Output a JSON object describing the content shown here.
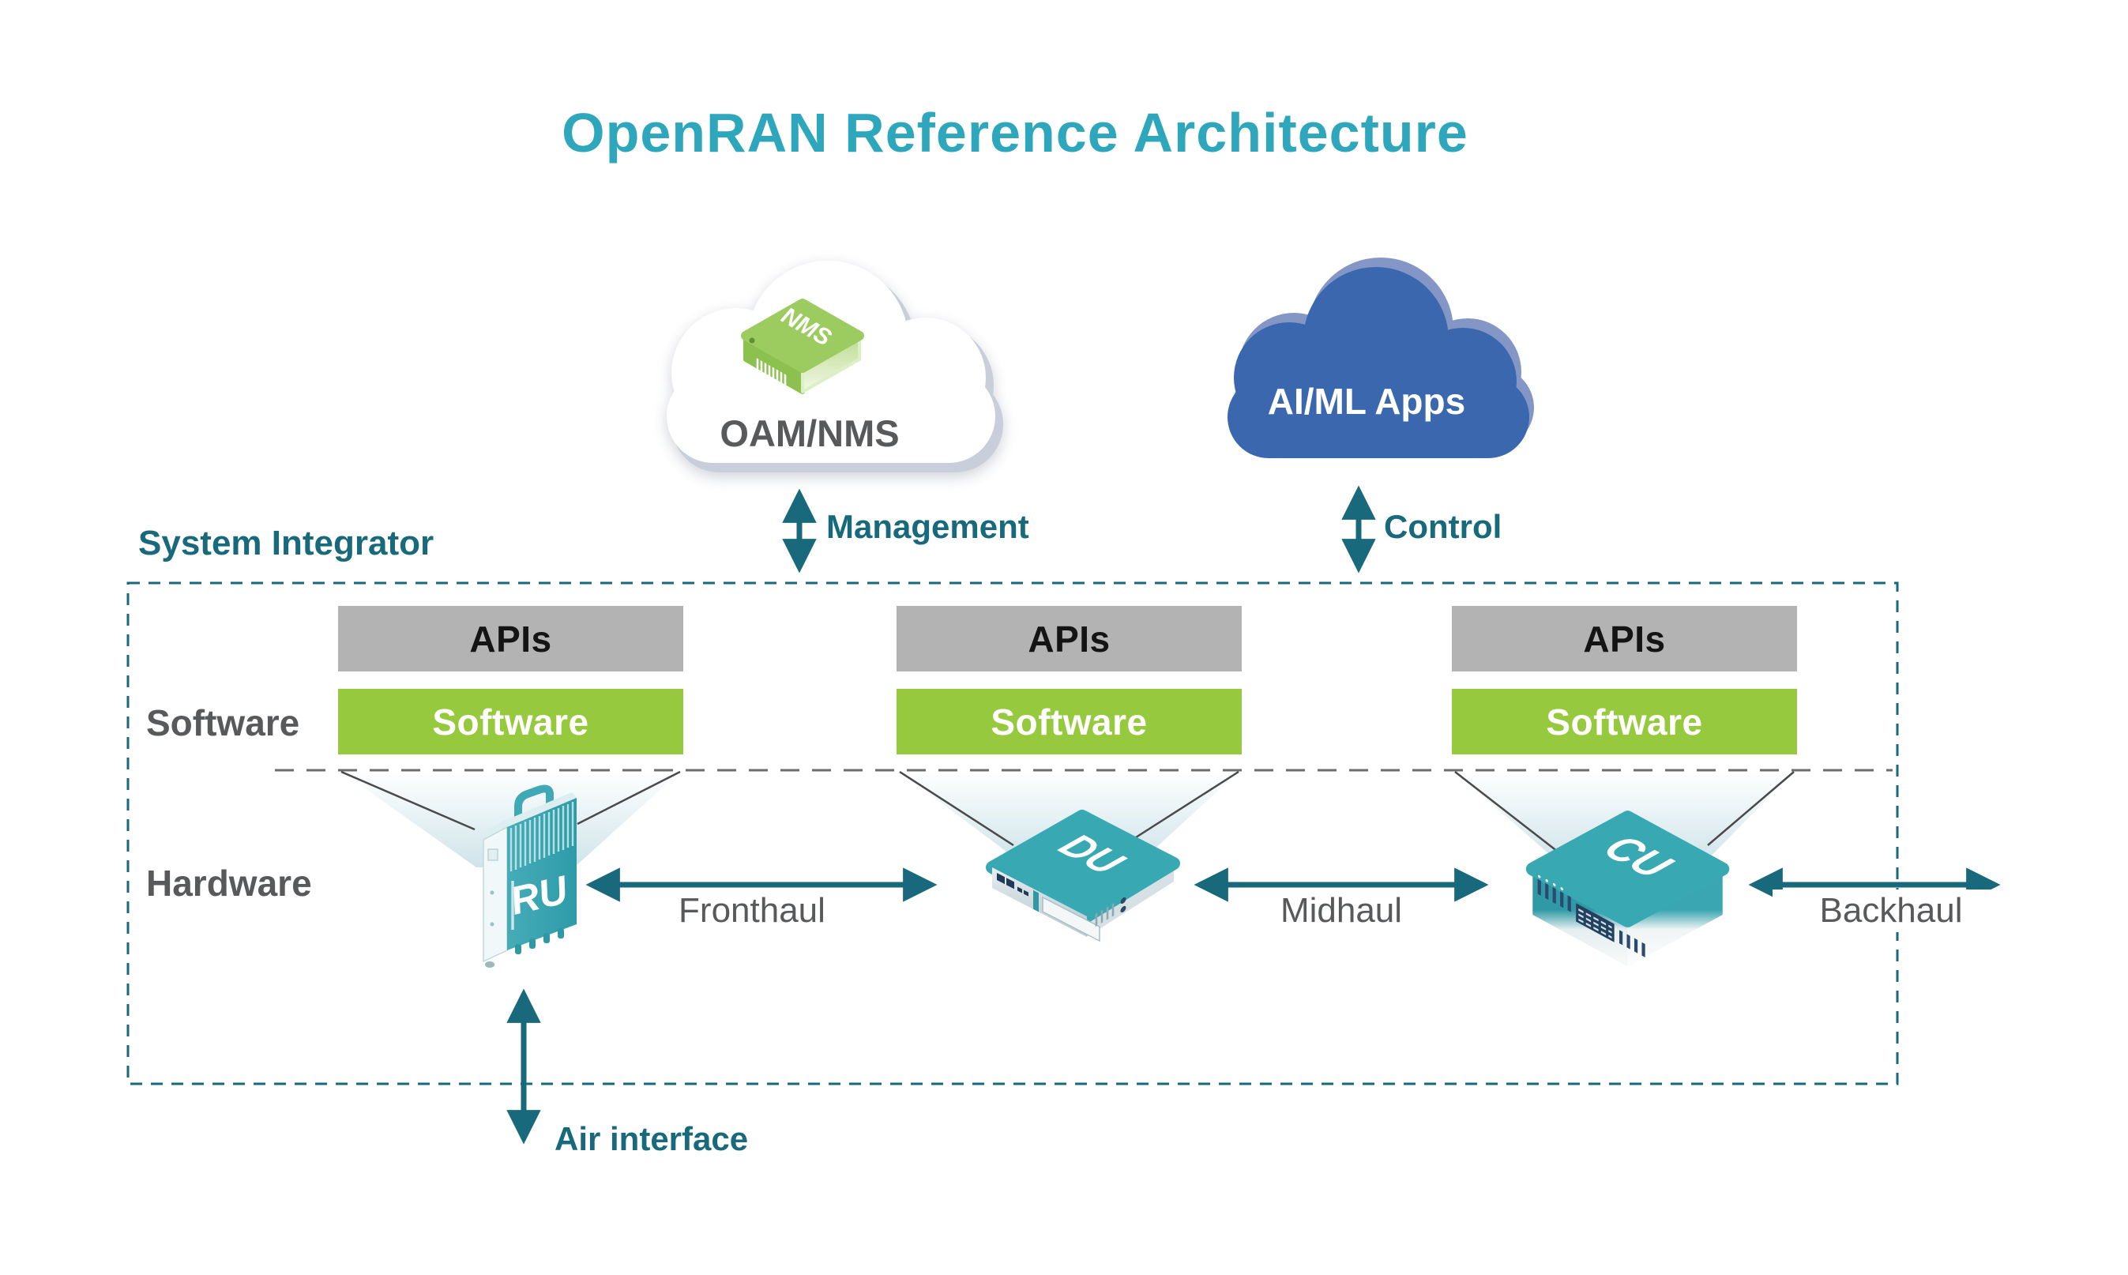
{
  "title": "OpenRAN Reference Architecture",
  "clouds": {
    "oam_nms": {
      "label": "OAM/NMS",
      "chip": "NMS"
    },
    "ai_ml": {
      "label": "AI/ML Apps"
    }
  },
  "interfaces": {
    "management": "Management",
    "control": "Control",
    "fronthaul": "Fronthaul",
    "midhaul": "Midhaul",
    "backhaul": "Backhaul",
    "air": "Air interface"
  },
  "system_integrator_label": "System Integrator",
  "layer_labels": {
    "software": "Software",
    "hardware": "Hardware"
  },
  "columns": [
    {
      "api_label": "APIs",
      "software_label": "Software",
      "device": "RU"
    },
    {
      "api_label": "APIs",
      "software_label": "Software",
      "device": "DU"
    },
    {
      "api_label": "APIs",
      "software_label": "Software",
      "device": "CU"
    }
  ],
  "colors": {
    "title_teal": "#2EA7BD",
    "accent_teal_dark": "#17697B",
    "device_teal": "#38A8B3",
    "software_green": "#97C93E",
    "api_gray": "#B3B3B3",
    "text_gray": "#58595B",
    "cloud_blue": "#3A67AE",
    "chip_green": "#9CCB5F"
  }
}
